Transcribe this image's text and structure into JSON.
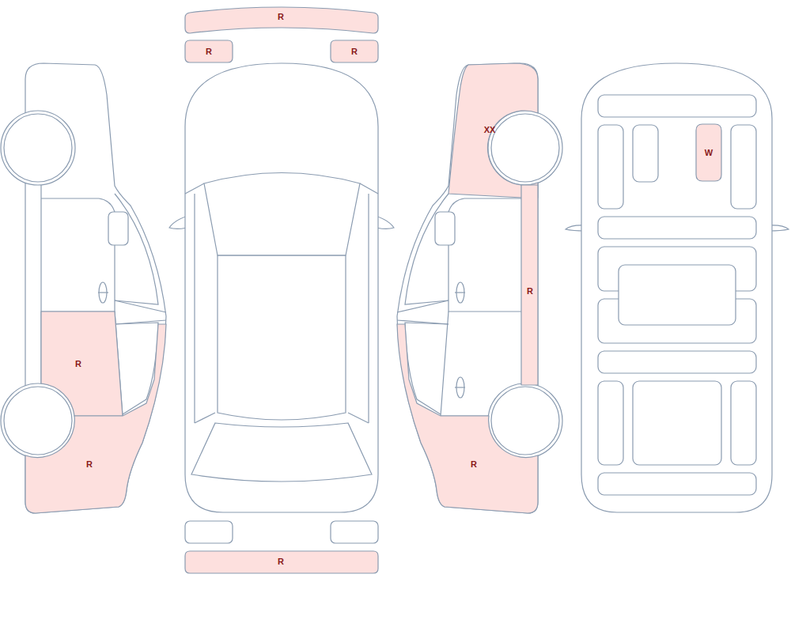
{
  "diagram": {
    "nodes": [
      {
        "text": [
          "R"
        ]
      },
      {
        "text": [
          "R"
        ]
      },
      {
        "text": [
          "R"
        ]
      },
      {
        "text": [
          "XX"
        ]
      },
      {
        "text": [
          "W"
        ]
      },
      {
        "text": [
          "R"
        ]
      },
      {
        "text": [
          "R"
        ]
      },
      {
        "text": [
          "R"
        ]
      },
      {
        "text": [
          "R"
        ]
      },
      {
        "text": [
          "R"
        ]
      }
    ]
  }
}
